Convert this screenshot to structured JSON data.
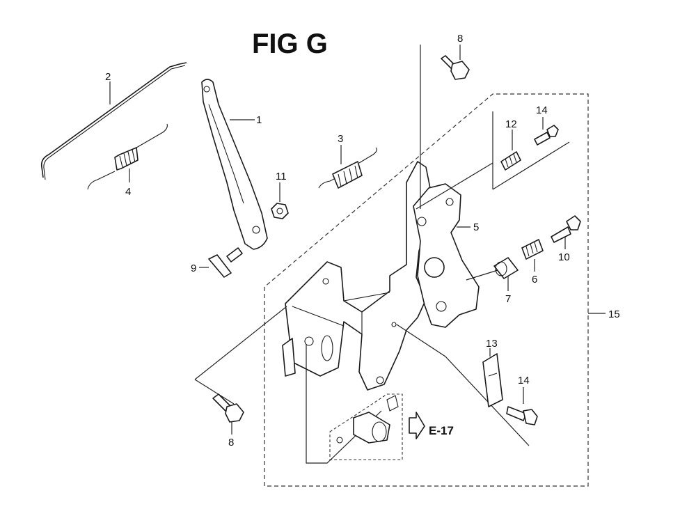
{
  "figure": {
    "title": "FIG G",
    "reference": "E-17"
  },
  "callouts": [
    {
      "id": "c1",
      "label": "1"
    },
    {
      "id": "c2",
      "label": "2"
    },
    {
      "id": "c3",
      "label": "3"
    },
    {
      "id": "c4",
      "label": "4"
    },
    {
      "id": "c5",
      "label": "5"
    },
    {
      "id": "c6",
      "label": "6"
    },
    {
      "id": "c7",
      "label": "7"
    },
    {
      "id": "c8a",
      "label": "8"
    },
    {
      "id": "c8b",
      "label": "8"
    },
    {
      "id": "c9",
      "label": "9"
    },
    {
      "id": "c10",
      "label": "10"
    },
    {
      "id": "c11",
      "label": "11"
    },
    {
      "id": "c12",
      "label": "12"
    },
    {
      "id": "c13",
      "label": "13"
    },
    {
      "id": "c14a",
      "label": "14"
    },
    {
      "id": "c14b",
      "label": "14"
    },
    {
      "id": "c15",
      "label": "15"
    }
  ]
}
